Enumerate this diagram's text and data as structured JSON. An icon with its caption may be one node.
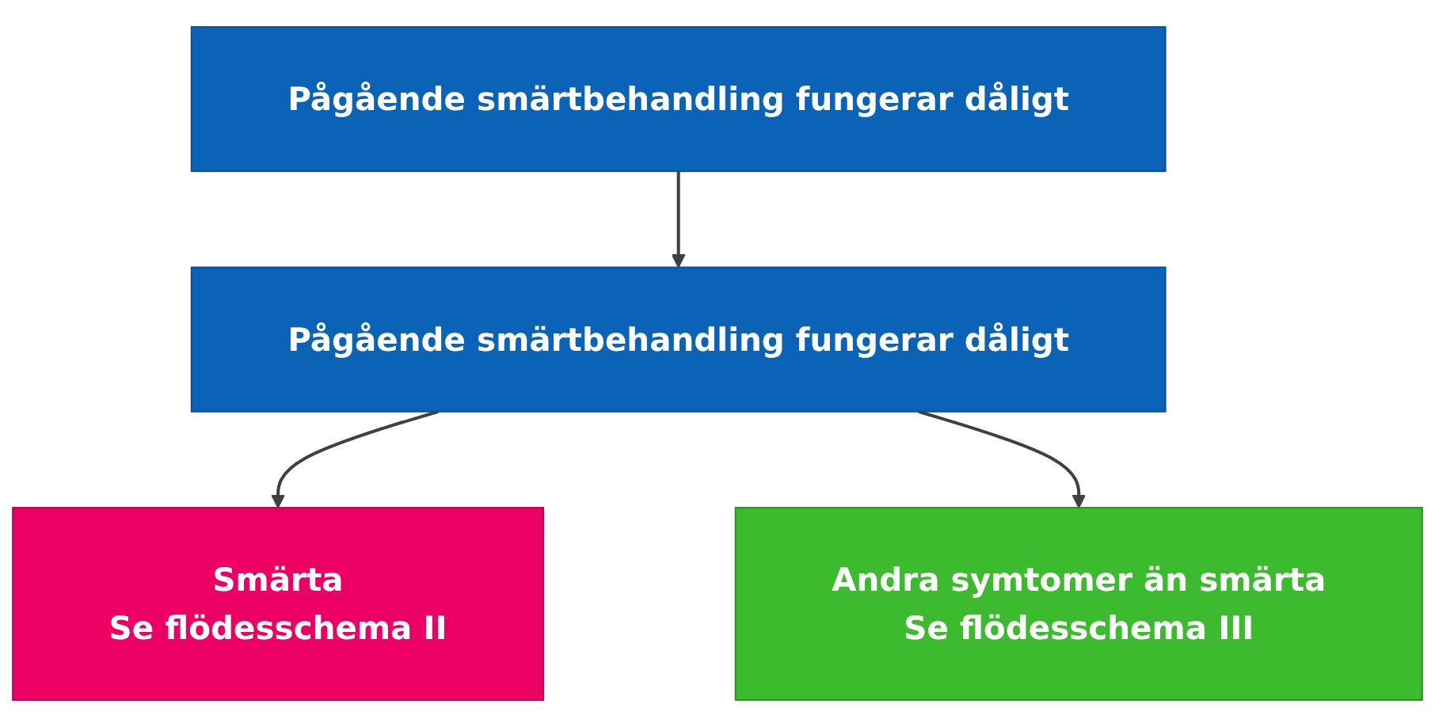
{
  "diagram": {
    "nodes": [
      {
        "text": [
          "Pågående smärtbehandling fungerar dåligt"
        ]
      },
      {
        "text": [
          "Pågående smärtbehandling fungerar dåligt"
        ]
      },
      {
        "text": [
          "Smärta",
          "Se flödesschema II"
        ]
      },
      {
        "text": [
          "Andra symtomer än smärta",
          "Se flödesschema III"
        ]
      }
    ],
    "edges": [
      {
        "from": 0,
        "to": 1,
        "arrow": "to"
      },
      {
        "from": 1,
        "to": 2,
        "arrow": "to"
      },
      {
        "from": 1,
        "to": 3,
        "arrow": "to"
      }
    ]
  }
}
